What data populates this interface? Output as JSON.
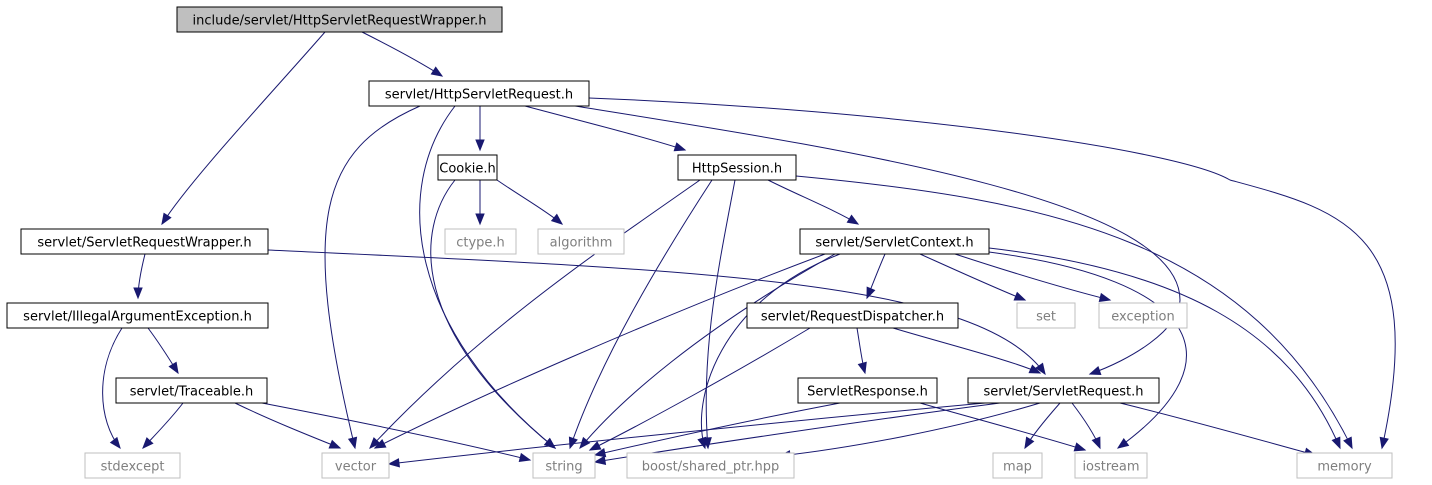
{
  "colors": {
    "edge": "#191970",
    "root_fill": "#bfbfbf",
    "node_border": "#000000",
    "external_border": "#bfbfbf",
    "text": "#000000",
    "external_text": "#7f7f7f"
  },
  "nodes": {
    "root": "include/servlet/HttpServletRequestWrapper.h",
    "http_servlet_request": "servlet/HttpServletRequest.h",
    "cookie": "Cookie.h",
    "http_session": "HttpSession.h",
    "ctype": "ctype.h",
    "algorithm": "algorithm",
    "servlet_request_wrapper": "servlet/ServletRequestWrapper.h",
    "servlet_context": "servlet/ServletContext.h",
    "illegal_argument_exception": "servlet/IllegalArgumentException.h",
    "set": "set",
    "exception": "exception",
    "request_dispatcher": "servlet/RequestDispatcher.h",
    "traceable": "servlet/Traceable.h",
    "servlet_response": "ServletResponse.h",
    "servlet_request": "servlet/ServletRequest.h",
    "stdexcept": "stdexcept",
    "vector": "vector",
    "string": "string",
    "shared_ptr": "boost/shared_ptr.hpp",
    "map": "map",
    "iostream": "iostream",
    "memory": "memory"
  },
  "edges": [
    [
      "root",
      "http_servlet_request"
    ],
    [
      "root",
      "servlet_request_wrapper"
    ],
    [
      "http_servlet_request",
      "cookie"
    ],
    [
      "http_servlet_request",
      "http_session"
    ],
    [
      "http_servlet_request",
      "vector"
    ],
    [
      "http_servlet_request",
      "string"
    ],
    [
      "http_servlet_request",
      "servlet_request"
    ],
    [
      "http_servlet_request",
      "memory"
    ],
    [
      "cookie",
      "ctype"
    ],
    [
      "cookie",
      "algorithm"
    ],
    [
      "cookie",
      "string"
    ],
    [
      "http_session",
      "servlet_context"
    ],
    [
      "http_session",
      "vector"
    ],
    [
      "http_session",
      "string"
    ],
    [
      "http_session",
      "shared_ptr"
    ],
    [
      "http_session",
      "memory"
    ],
    [
      "servlet_request_wrapper",
      "illegal_argument_exception"
    ],
    [
      "servlet_request_wrapper",
      "servlet_request"
    ],
    [
      "illegal_argument_exception",
      "traceable"
    ],
    [
      "illegal_argument_exception",
      "stdexcept"
    ],
    [
      "traceable",
      "stdexcept"
    ],
    [
      "traceable",
      "vector"
    ],
    [
      "traceable",
      "string"
    ],
    [
      "servlet_context",
      "set"
    ],
    [
      "servlet_context",
      "exception"
    ],
    [
      "servlet_context",
      "request_dispatcher"
    ],
    [
      "servlet_context",
      "vector"
    ],
    [
      "servlet_context",
      "string"
    ],
    [
      "servlet_context",
      "shared_ptr"
    ],
    [
      "servlet_context",
      "iostream"
    ],
    [
      "servlet_context",
      "memory"
    ],
    [
      "request_dispatcher",
      "servlet_response"
    ],
    [
      "request_dispatcher",
      "servlet_request"
    ],
    [
      "request_dispatcher",
      "string"
    ],
    [
      "servlet_response",
      "string"
    ],
    [
      "servlet_response",
      "iostream"
    ],
    [
      "servlet_request",
      "vector"
    ],
    [
      "servlet_request",
      "string"
    ],
    [
      "servlet_request",
      "shared_ptr"
    ],
    [
      "servlet_request",
      "map"
    ],
    [
      "servlet_request",
      "iostream"
    ],
    [
      "servlet_request",
      "memory"
    ]
  ]
}
